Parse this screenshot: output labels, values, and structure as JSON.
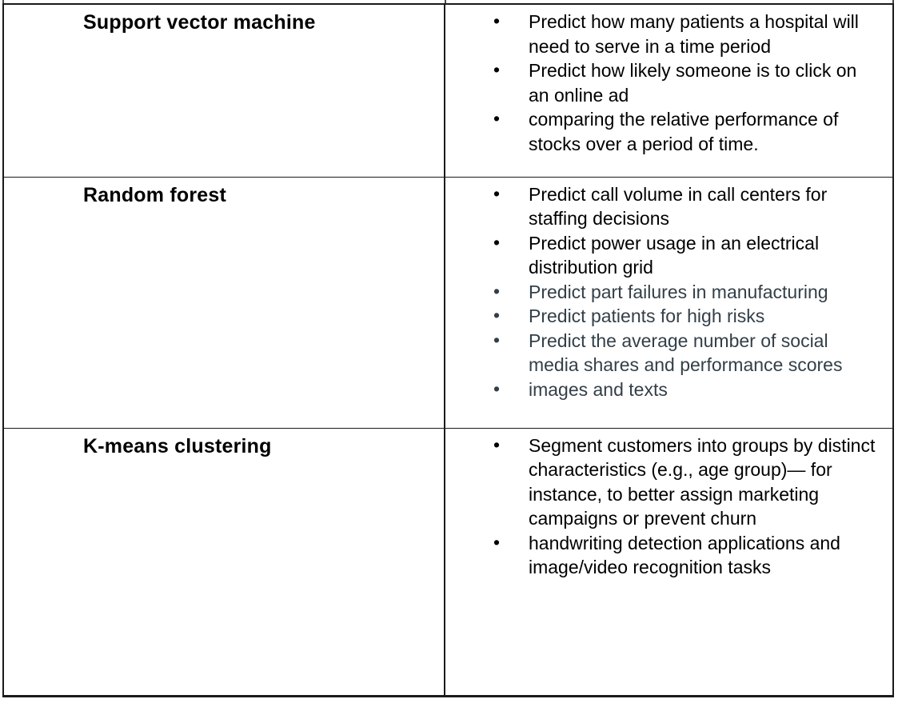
{
  "table": {
    "bullet_glyph": "•",
    "colors": {
      "text": "#000000",
      "muted_text": "#333F48",
      "border": "#1a1a1a"
    },
    "columns": [
      "algorithm",
      "use_cases"
    ],
    "rows": [
      {
        "algorithm": "Support vector machine",
        "use_cases": [
          {
            "text": "Predict how many patients a hospital will need to serve in a time period",
            "muted": false
          },
          {
            "text": "Predict how likely someone is to click on an online ad",
            "muted": false
          },
          {
            "text": "comparing the relative performance of stocks over a period of time.",
            "muted": false
          }
        ]
      },
      {
        "algorithm": "Random forest",
        "use_cases": [
          {
            "text": "Predict call volume in call centers for staffing decisions",
            "muted": false
          },
          {
            "text": "Predict power usage in an electrical distribution grid",
            "muted": false
          },
          {
            "text": "Predict part failures in manufacturing",
            "muted": true
          },
          {
            "text": "Predict patients for high risks",
            "muted": true
          },
          {
            "text": "Predict the average number of social media shares and performance scores",
            "muted": true
          },
          {
            "text": "images and texts",
            "muted": true
          }
        ]
      },
      {
        "algorithm": "K-means clustering",
        "use_cases": [
          {
            "text": "Segment customers into groups by distinct characteristics (e.g., age group)— for instance, to better assign marketing campaigns or prevent churn",
            "muted": false
          },
          {
            "text": "handwriting detection applications and image/video recognition tasks",
            "muted": false
          }
        ]
      }
    ]
  }
}
